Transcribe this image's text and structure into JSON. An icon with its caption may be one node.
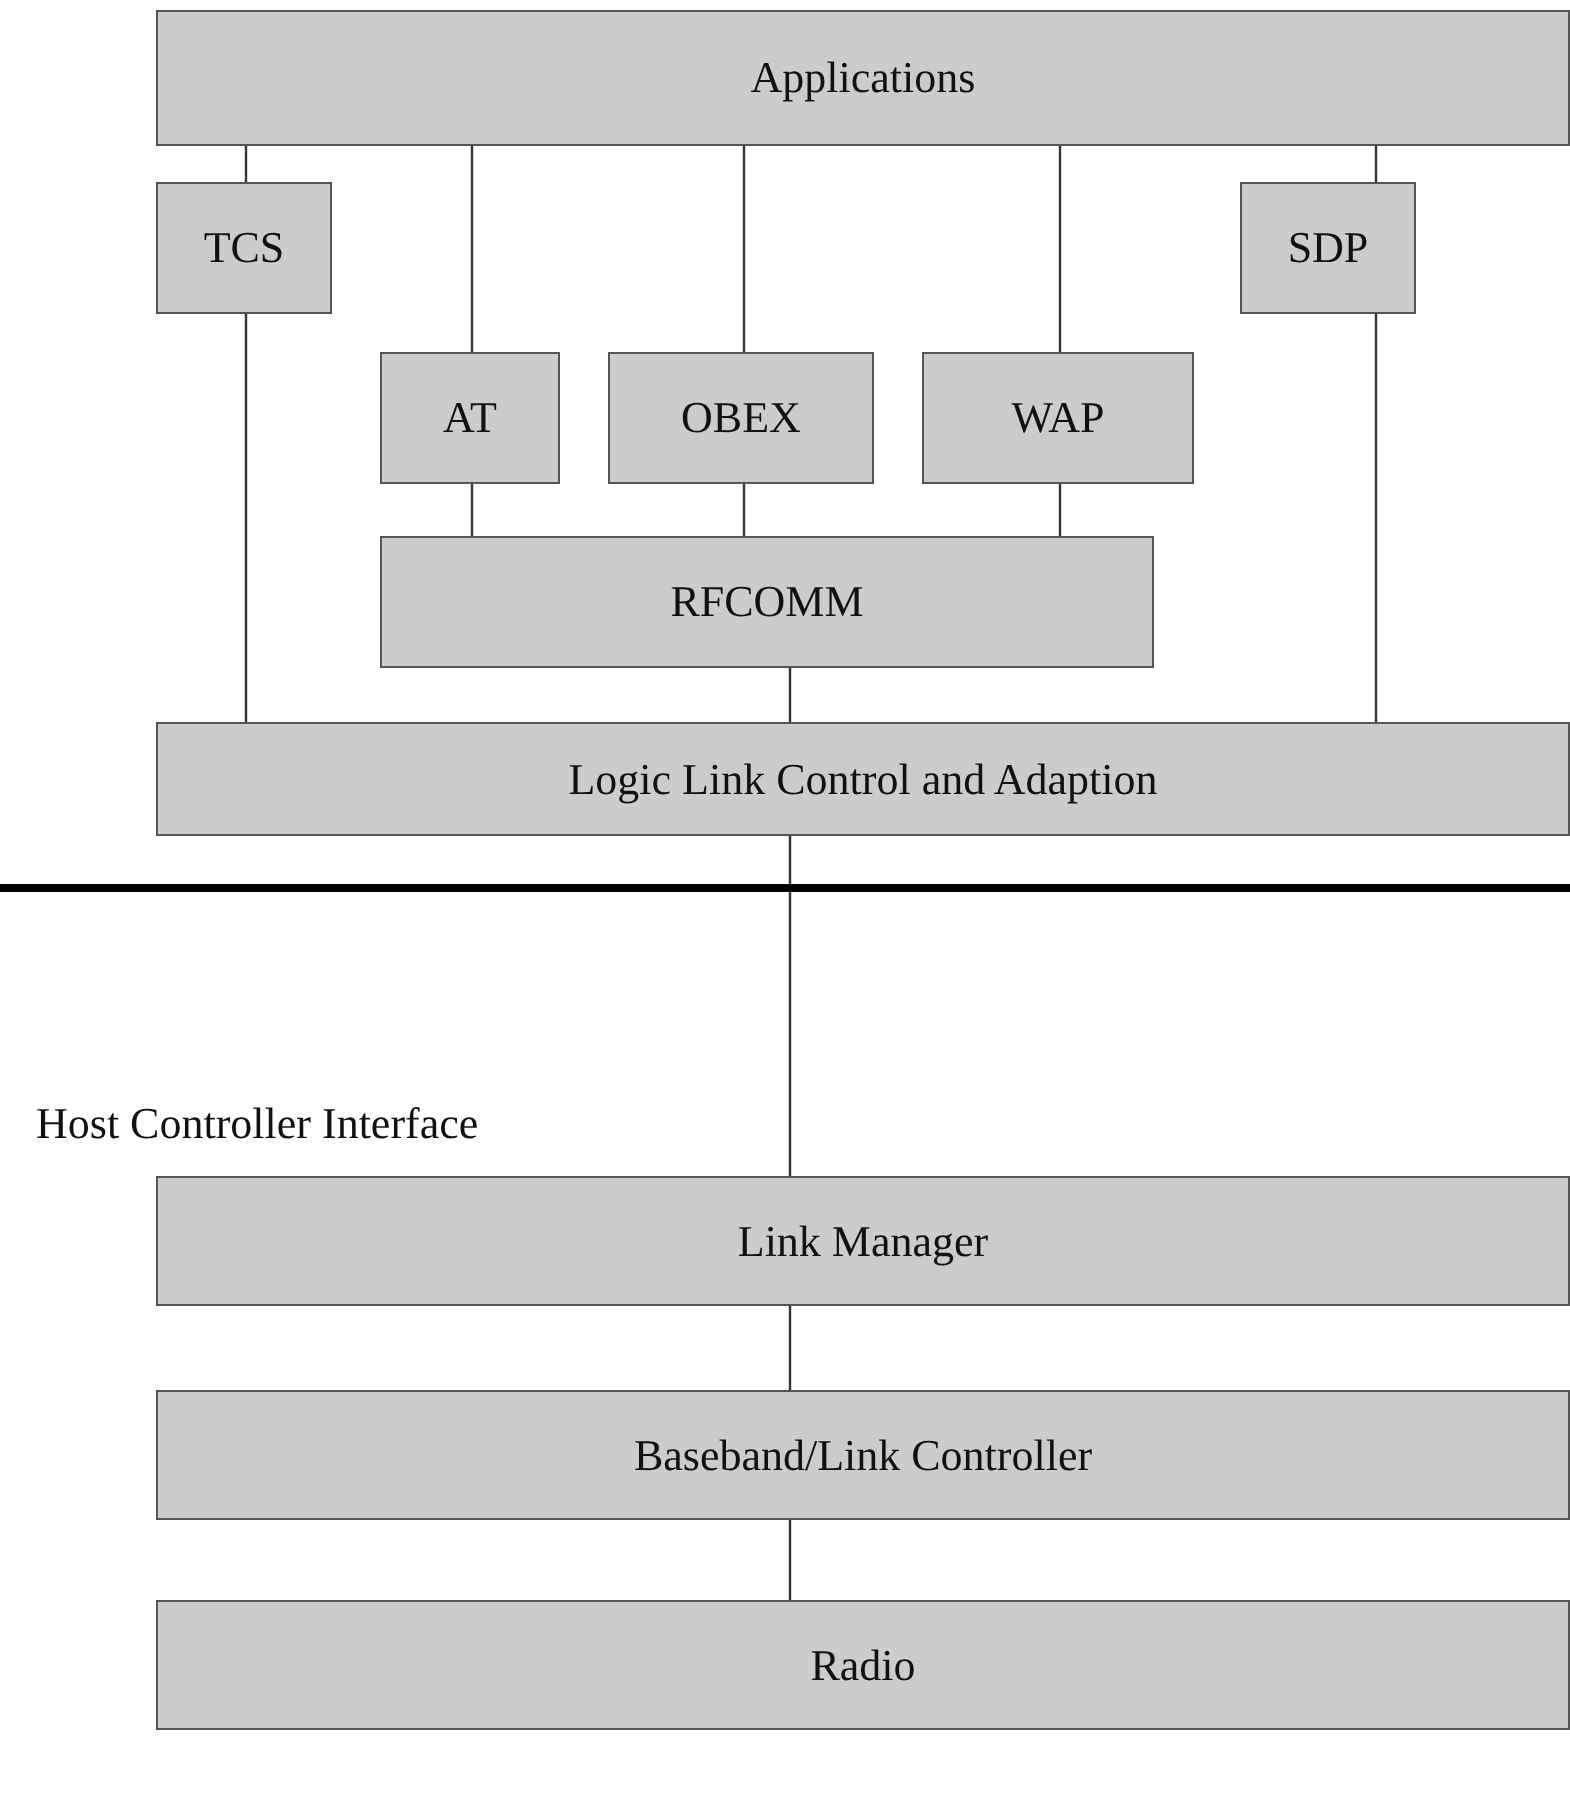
{
  "diagram": {
    "nodes": [
      {
        "text": [
          "Applications"
        ]
      },
      {
        "text": [
          "TCS"
        ]
      },
      {
        "text": [
          "SDP"
        ]
      },
      {
        "text": [
          "AT"
        ]
      },
      {
        "text": [
          "OBEX"
        ]
      },
      {
        "text": [
          "WAP"
        ]
      },
      {
        "text": [
          "RFCOMM"
        ]
      },
      {
        "text": [
          "Logic Link Control and Adaption"
        ]
      },
      {
        "text": [
          "Link Manager"
        ]
      },
      {
        "text": [
          "Baseband/Link Controller"
        ]
      },
      {
        "text": [
          "Radio"
        ]
      }
    ],
    "edges": [
      {
        "from": 0,
        "to": 1,
        "arrow": "none"
      },
      {
        "from": 0,
        "to": 3,
        "arrow": "none"
      },
      {
        "from": 0,
        "to": 4,
        "arrow": "none"
      },
      {
        "from": 0,
        "to": 5,
        "arrow": "none"
      },
      {
        "from": 0,
        "to": 2,
        "arrow": "none"
      },
      {
        "from": 1,
        "to": 7,
        "arrow": "none"
      },
      {
        "from": 3,
        "to": 6,
        "arrow": "none"
      },
      {
        "from": 4,
        "to": 6,
        "arrow": "none"
      },
      {
        "from": 5,
        "to": 6,
        "arrow": "none"
      },
      {
        "from": 2,
        "to": 7,
        "arrow": "none"
      },
      {
        "from": 6,
        "to": 7,
        "arrow": "none"
      },
      {
        "from": 7,
        "to": 8,
        "arrow": "none"
      },
      {
        "from": 8,
        "to": 9,
        "arrow": "none"
      },
      {
        "from": 9,
        "to": 10,
        "arrow": "none"
      }
    ],
    "labels": [
      "Host Controller Interface"
    ]
  }
}
